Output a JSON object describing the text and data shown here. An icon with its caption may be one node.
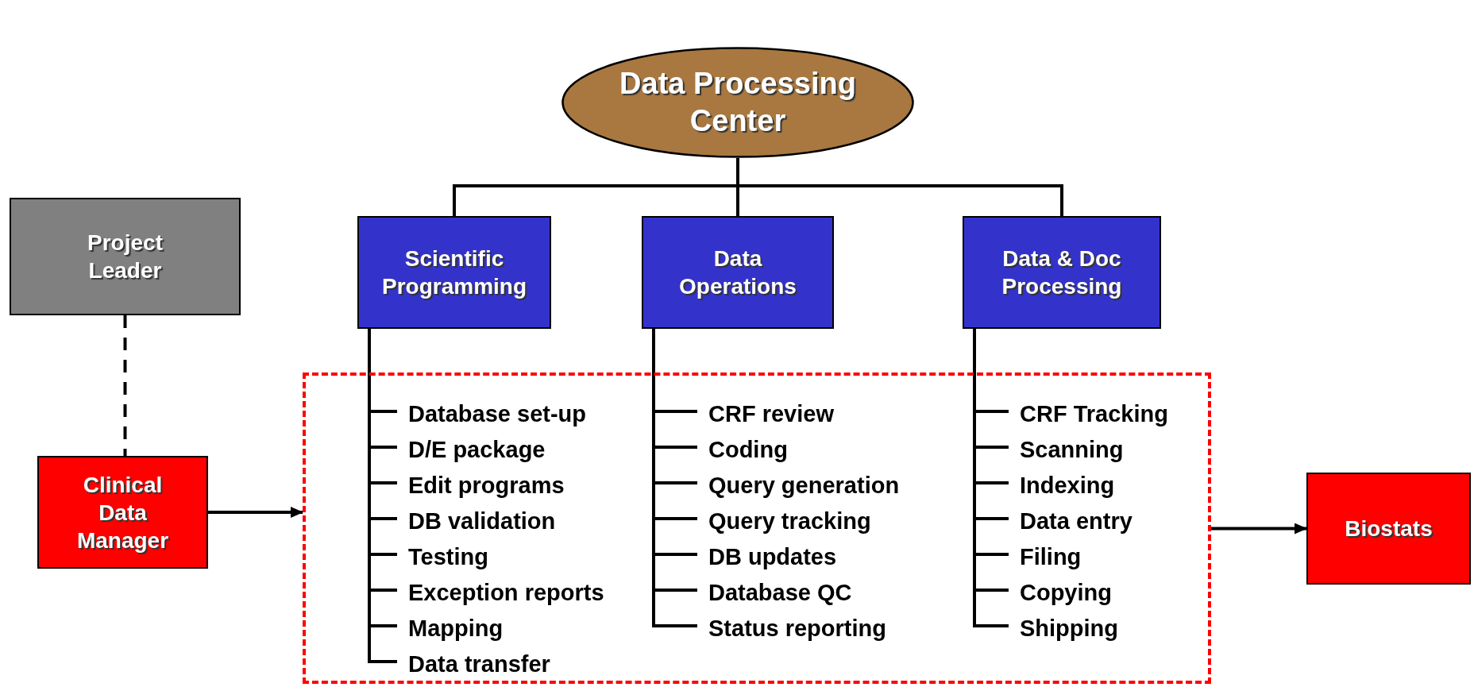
{
  "diagram": {
    "nodes": [
      {
        "text": [
          "Data Processing Center"
        ]
      },
      {
        "text": [
          "Project Leader"
        ]
      },
      {
        "text": [
          "Scientific Programming"
        ]
      },
      {
        "text": [
          "Data Operations"
        ]
      },
      {
        "text": [
          "Data & Doc Processing"
        ]
      },
      {
        "text": [
          "Clinical Data Manager"
        ]
      },
      {
        "text": [],
        "shape": "box"
      },
      {
        "text": [
          "Database set-up"
        ],
        "in": 6
      },
      {
        "text": [
          "D/E package"
        ],
        "in": 6
      },
      {
        "text": [
          "Edit programs"
        ],
        "in": 6
      },
      {
        "text": [
          "DB validation"
        ],
        "in": 6
      },
      {
        "text": [
          "Testing"
        ],
        "in": 6
      },
      {
        "text": [
          "Exception reports"
        ],
        "in": 6
      },
      {
        "text": [
          "Mapping"
        ],
        "in": 6
      },
      {
        "text": [
          "Data transfer"
        ],
        "in": 6
      },
      {
        "text": [
          "CRF review"
        ],
        "in": 6
      },
      {
        "text": [
          "Coding"
        ],
        "in": 6
      },
      {
        "text": [
          "Query generation"
        ],
        "in": 6
      },
      {
        "text": [
          "Query tracking"
        ],
        "in": 6
      },
      {
        "text": [
          "DB updates"
        ],
        "in": 6
      },
      {
        "text": [
          "Database QC"
        ],
        "in": 6
      },
      {
        "text": [
          "Status reporting"
        ],
        "in": 6
      },
      {
        "text": [
          "CRF Tracking"
        ],
        "in": 6
      },
      {
        "text": [
          "Scanning"
        ],
        "in": 6
      },
      {
        "text": [
          "Indexing"
        ],
        "in": 6
      },
      {
        "text": [
          "Data entry"
        ],
        "in": 6
      },
      {
        "text": [
          "Filing"
        ],
        "in": 6
      },
      {
        "text": [
          "Copying"
        ],
        "in": 6
      },
      {
        "text": [
          "Shipping"
        ],
        "in": 6
      },
      {
        "text": [
          "Biostats"
        ]
      }
    ],
    "edges": [
      {
        "from": 0,
        "to": 2,
        "arrow": "none"
      },
      {
        "from": 0,
        "to": 3,
        "arrow": "none"
      },
      {
        "from": 0,
        "to": 4,
        "arrow": "none"
      },
      {
        "from": 1,
        "to": 5,
        "arrow": "none",
        "style": "dashed"
      },
      {
        "from": 5,
        "to": 6,
        "arrow": "to"
      },
      {
        "from": 6,
        "to": 29,
        "arrow": "to"
      },
      {
        "from": 2,
        "to": 7,
        "arrow": "none"
      },
      {
        "from": 2,
        "to": 8,
        "arrow": "none"
      },
      {
        "from": 2,
        "to": 9,
        "arrow": "none"
      },
      {
        "from": 2,
        "to": 10,
        "arrow": "none"
      },
      {
        "from": 2,
        "to": 11,
        "arrow": "none"
      },
      {
        "from": 2,
        "to": 12,
        "arrow": "none"
      },
      {
        "from": 2,
        "to": 13,
        "arrow": "none"
      },
      {
        "from": 2,
        "to": 14,
        "arrow": "none"
      },
      {
        "from": 3,
        "to": 15,
        "arrow": "none"
      },
      {
        "from": 3,
        "to": 16,
        "arrow": "none"
      },
      {
        "from": 3,
        "to": 17,
        "arrow": "none"
      },
      {
        "from": 3,
        "to": 18,
        "arrow": "none"
      },
      {
        "from": 3,
        "to": 19,
        "arrow": "none"
      },
      {
        "from": 3,
        "to": 20,
        "arrow": "none"
      },
      {
        "from": 3,
        "to": 21,
        "arrow": "none"
      },
      {
        "from": 4,
        "to": 22,
        "arrow": "none"
      },
      {
        "from": 4,
        "to": 23,
        "arrow": "none"
      },
      {
        "from": 4,
        "to": 24,
        "arrow": "none"
      },
      {
        "from": 4,
        "to": 25,
        "arrow": "none"
      },
      {
        "from": 4,
        "to": 26,
        "arrow": "none"
      },
      {
        "from": 4,
        "to": 27,
        "arrow": "none"
      },
      {
        "from": 4,
        "to": 28,
        "arrow": "none"
      }
    ]
  }
}
